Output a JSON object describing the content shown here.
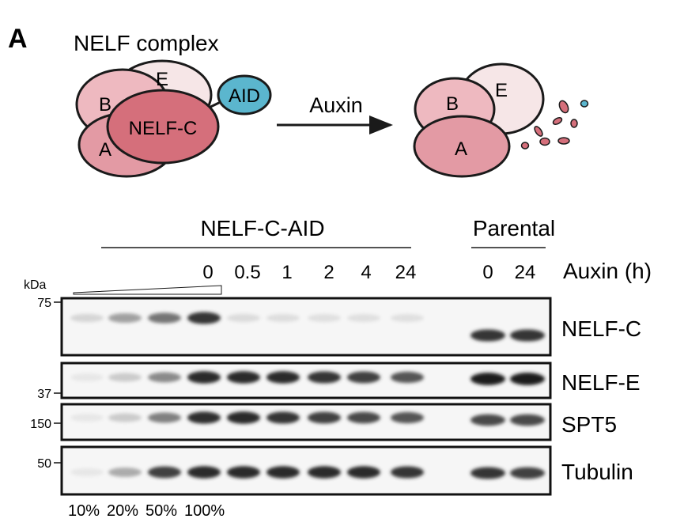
{
  "panel_label": "A",
  "schematic": {
    "title": "NELF complex",
    "subunits": [
      "E",
      "B",
      "A",
      "NELF-C"
    ],
    "tag": "AID",
    "arrow_label": "Auxin",
    "after_subunits": [
      "E",
      "B",
      "A"
    ]
  },
  "blot": {
    "group_aid": "NELF-C-AID",
    "group_parental": "Parental",
    "condition_label": "Auxin (h)",
    "aid_timepoints": [
      "0",
      "0.5",
      "1",
      "2",
      "4",
      "24"
    ],
    "parental_timepoints": [
      "0",
      "24"
    ],
    "kda_label": "kDa",
    "dilutions": [
      "10%",
      "20%",
      "50%",
      "100%"
    ],
    "rows": [
      {
        "protein": "NELF-C",
        "marker": "75",
        "aid": [
          0.1,
          0.35,
          0.55,
          0.85,
          0.1,
          0.07,
          0.06,
          0.05,
          0.05,
          0.05
        ],
        "parental": [
          0.85,
          0.85
        ]
      },
      {
        "protein": "NELF-E",
        "marker": "37",
        "aid": [
          0.02,
          0.15,
          0.45,
          0.9,
          0.9,
          0.9,
          0.9,
          0.85,
          0.8,
          0.7
        ],
        "parental": [
          0.95,
          0.95
        ]
      },
      {
        "protein": "SPT5",
        "marker": "150",
        "aid": [
          0.02,
          0.15,
          0.5,
          0.88,
          0.9,
          0.9,
          0.85,
          0.8,
          0.75,
          0.7
        ],
        "parental": [
          0.75,
          0.75
        ]
      },
      {
        "protein": "Tubulin",
        "marker": "50",
        "aid": [
          0.02,
          0.3,
          0.8,
          0.9,
          0.9,
          0.9,
          0.9,
          0.9,
          0.9,
          0.85
        ],
        "parental": [
          0.85,
          0.8
        ]
      }
    ]
  }
}
